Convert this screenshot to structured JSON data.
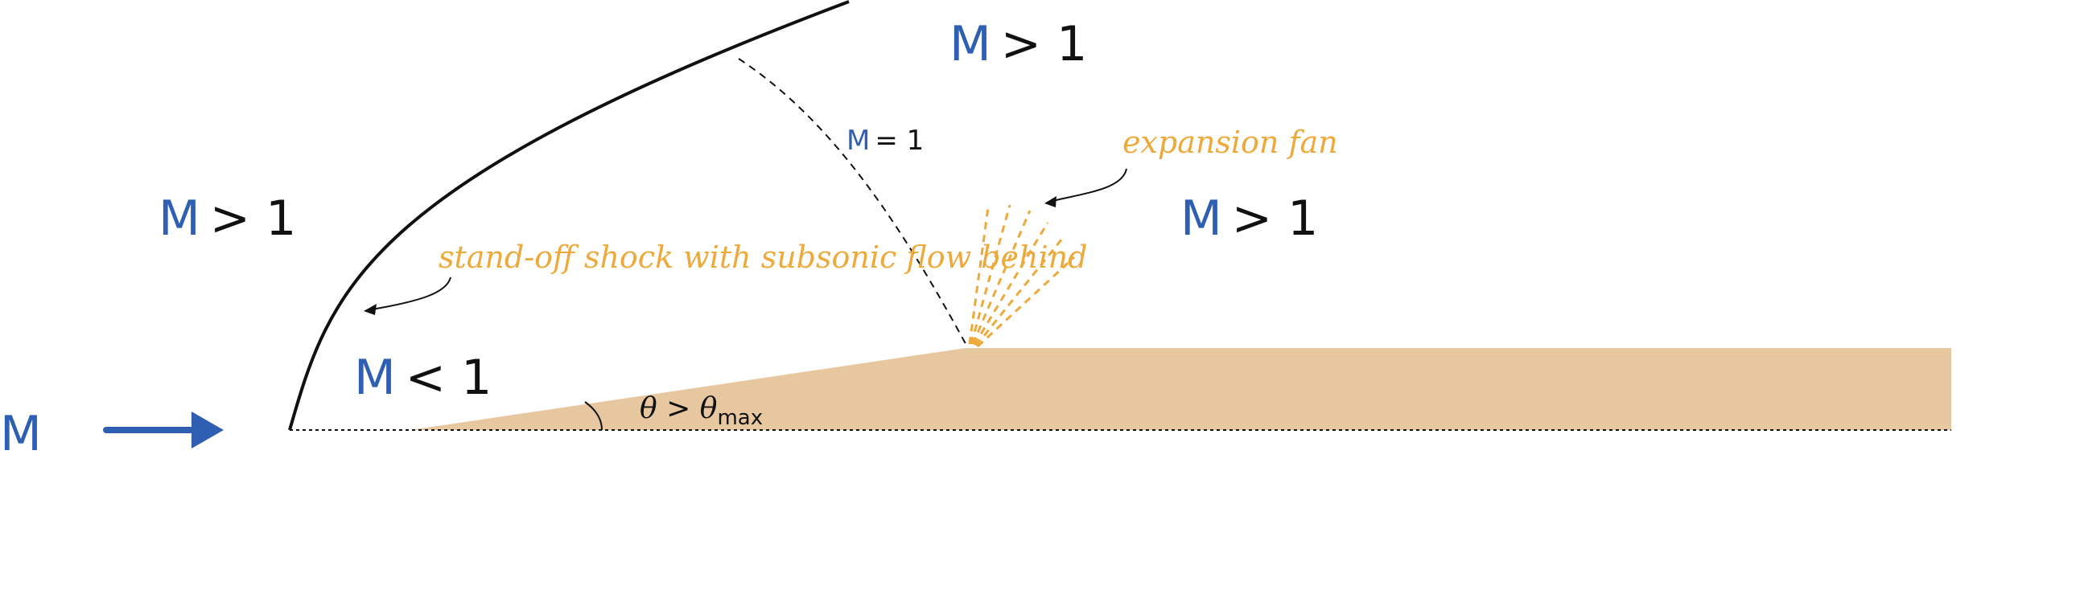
{
  "colors": {
    "mach_blue": "#2f5fb3",
    "black": "#111111",
    "annotation_orange": "#eda93a",
    "wedge_fill": "#e6c79f"
  },
  "labels": {
    "freestream": "M",
    "upstream_region": {
      "symbol": "M",
      "relation": "> 1"
    },
    "top_region": {
      "symbol": "M",
      "relation": "> 1"
    },
    "right_region": {
      "symbol": "M",
      "relation": "> 1"
    },
    "subsonic_region": {
      "symbol": "M",
      "relation": "< 1"
    },
    "sonic_line": {
      "symbol": "M",
      "relation": "= 1"
    },
    "angle": {
      "theta": "θ",
      "relation": " > ",
      "theta2": "θ",
      "subscript": "max"
    }
  },
  "annotations": {
    "shock": "stand-off shock with subsonic flow behind",
    "fan": "expansion fan"
  }
}
